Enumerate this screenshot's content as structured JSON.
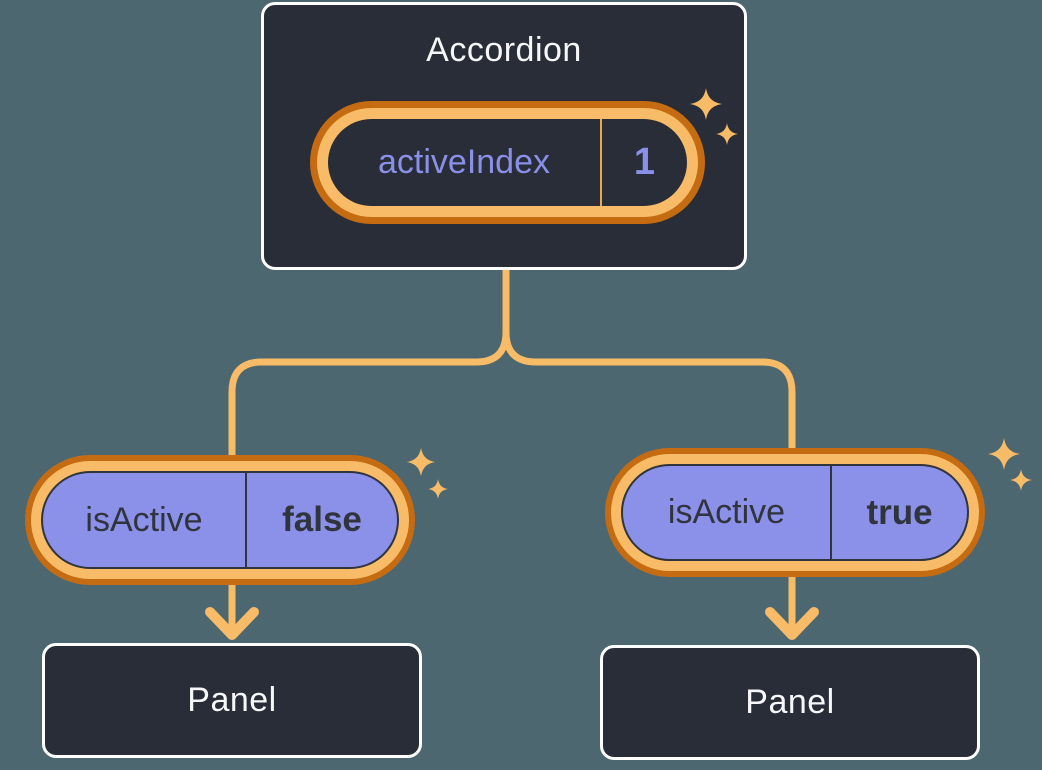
{
  "diagram": {
    "root": {
      "title": "Accordion",
      "state": {
        "label": "activeIndex",
        "value": "1"
      }
    },
    "children": [
      {
        "prop": {
          "label": "isActive",
          "value": "false"
        },
        "panel": {
          "title": "Panel"
        }
      },
      {
        "prop": {
          "label": "isActive",
          "value": "true"
        },
        "panel": {
          "title": "Panel"
        }
      }
    ]
  },
  "icons": {
    "sparkle": "four-point-star"
  },
  "colors": {
    "background": "#4C6770",
    "node_fill": "#282D37",
    "node_border": "#FFFFFF",
    "node_text": "#F6F7F9",
    "state_text": "#8A90E9",
    "prop_fill": "#8B90E8",
    "prop_text": "#2F343D",
    "accent_light": "#F8BB67",
    "accent_dark": "#C56B12",
    "divider_orange": "#EBA751"
  }
}
